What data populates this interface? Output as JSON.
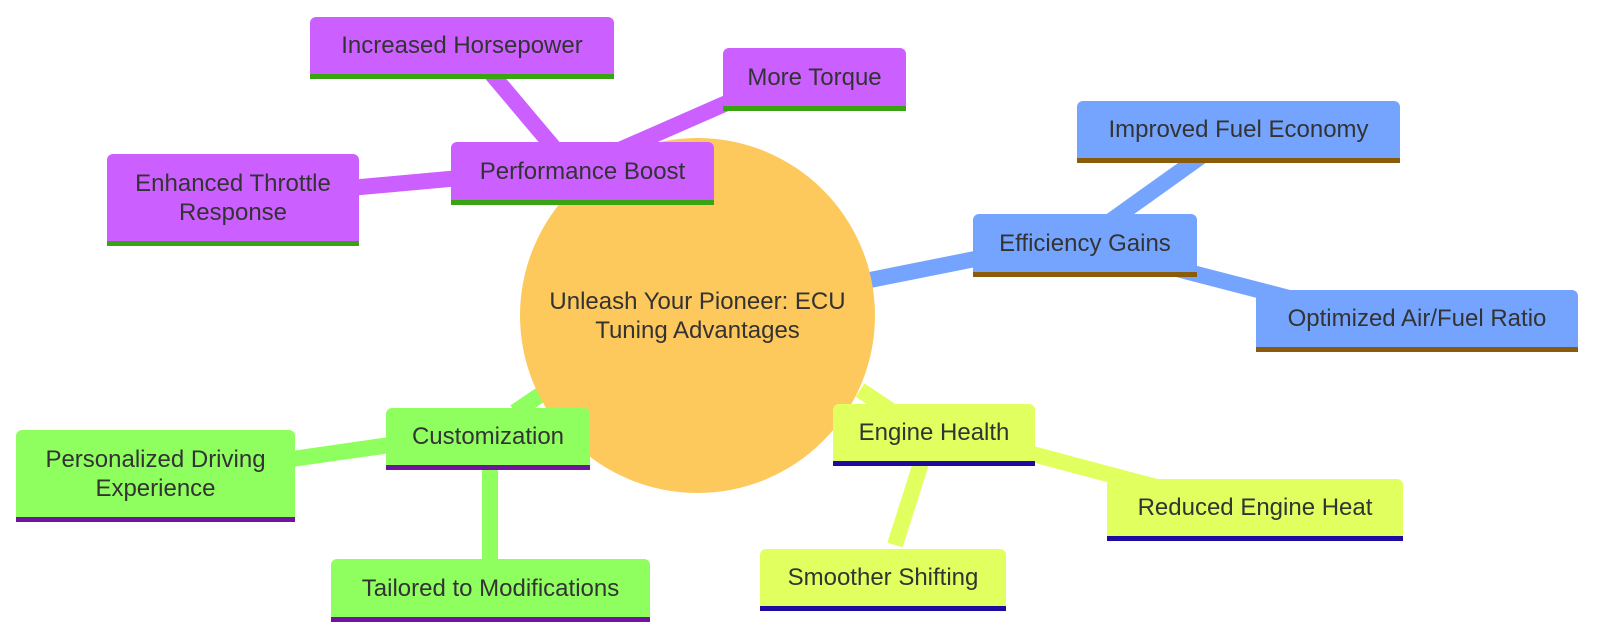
{
  "diagram": {
    "type": "mindmap",
    "root": {
      "label": "Unleash Your Pioneer: ECU Tuning Advantages",
      "color": "#fdc85c"
    },
    "branches": [
      {
        "label": "Performance Boost",
        "color": "#cc5fff",
        "underline": "#3aa313",
        "children": [
          "Increased Horsepower",
          "More Torque",
          "Enhanced Throttle Response"
        ]
      },
      {
        "label": "Efficiency Gains",
        "color": "#75a4ff",
        "underline": "#8a5b0a",
        "children": [
          "Improved Fuel Economy",
          "Optimized Air/Fuel Ratio"
        ]
      },
      {
        "label": "Engine Health",
        "color": "#e1ff5f",
        "underline": "#1e0aa0",
        "children": [
          "Reduced Engine Heat",
          "Smoother Shifting"
        ]
      },
      {
        "label": "Customization",
        "color": "#8fff5f",
        "underline": "#70149e",
        "children": [
          "Personalized Driving Experience",
          "Tailored to Modifications"
        ]
      }
    ]
  }
}
